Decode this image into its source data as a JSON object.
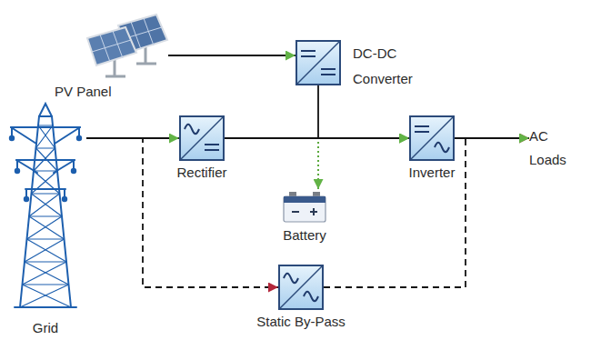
{
  "diagram": {
    "nodes": [
      {
        "text": [
          "PV Panel"
        ]
      },
      {
        "text": [
          "Grid"
        ]
      },
      {
        "text": [
          "DC-DC Converter"
        ]
      },
      {
        "text": [
          "Rectifier"
        ]
      },
      {
        "text": [
          "Battery"
        ]
      },
      {
        "text": [
          "Inverter"
        ]
      },
      {
        "text": [
          "Static By-Pass"
        ]
      },
      {
        "text": [
          "AC Loads"
        ]
      }
    ],
    "edges": [
      {
        "from": 0,
        "to": 2,
        "arrow": "to"
      },
      {
        "from": 1,
        "to": 3,
        "arrow": "to"
      },
      {
        "from": 3,
        "to": 5,
        "arrow": "to"
      },
      {
        "from": 2,
        "to": 5,
        "arrow": "to"
      },
      {
        "from": 4,
        "to": 5,
        "arrow": "both"
      },
      {
        "from": 5,
        "to": 7,
        "arrow": "to"
      },
      {
        "from": 1,
        "to": 6,
        "arrow": "to"
      },
      {
        "from": 6,
        "to": 7,
        "arrow": "to"
      }
    ]
  }
}
